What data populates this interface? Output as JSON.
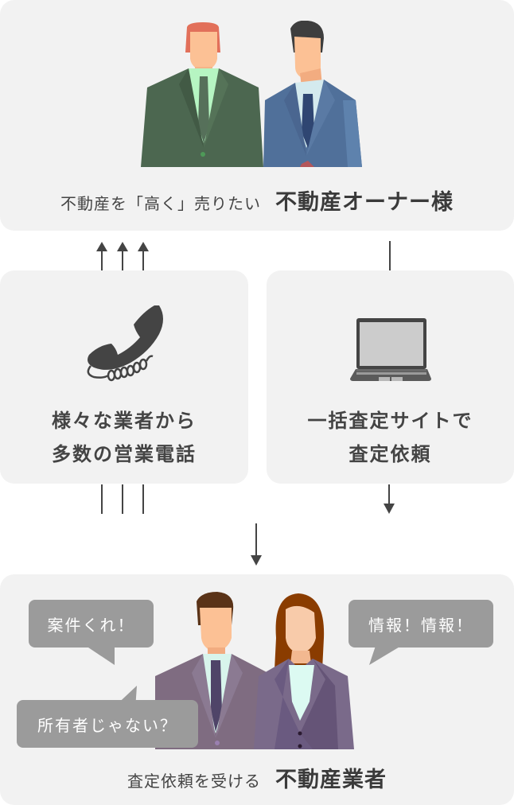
{
  "owner_panel": {
    "subtitle": "不動産を「高く」売りたい",
    "title": "不動産オーナー様",
    "illustration": "two-businessmen-illustration"
  },
  "phone_box": {
    "icon": "telephone-handset-icon",
    "line1": "様々な業者から",
    "line2": "多数の営業電話"
  },
  "site_box": {
    "icon": "laptop-icon",
    "line1": "一括査定サイトで",
    "line2": "査定依頼"
  },
  "agent_panel": {
    "subtitle": "査定依頼を受ける",
    "title": "不動産業者",
    "illustration": "businessman-and-businesswoman-illustration",
    "bubbles": [
      {
        "text": "案件くれ！"
      },
      {
        "text": "情報！情報！"
      },
      {
        "text": "所有者じゃない？"
      }
    ]
  },
  "colors": {
    "panel_bg": "#f2f2f2",
    "text": "#444444",
    "arrow": "#444444",
    "bubble_bg": "#9b9b9b"
  }
}
